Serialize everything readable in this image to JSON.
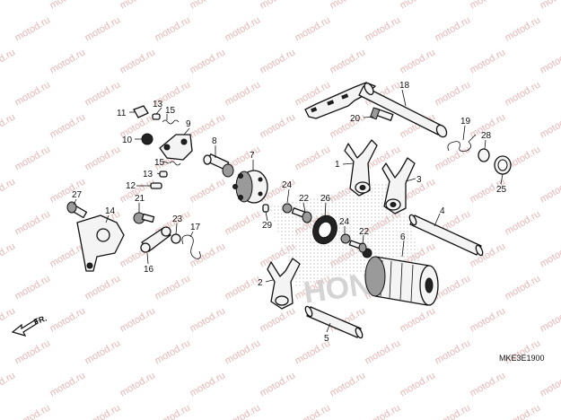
{
  "watermark": {
    "text": "motod.ru",
    "color": "#e6b6b6"
  },
  "brand_mark": {
    "text": "HONDA"
  },
  "diagram_code": "MKE3E1900",
  "direction_label": "FR.",
  "callouts": {
    "c1": "1",
    "c2": "2",
    "c3": "3",
    "c4": "4",
    "c5": "5",
    "c6": "6",
    "c7": "7",
    "c8": "8",
    "c9": "9",
    "c10": "10",
    "c11": "11",
    "c12": "12",
    "c13a": "13",
    "c13b": "13",
    "c14": "14",
    "c15a": "15",
    "c15b": "15",
    "c16": "16",
    "c17": "17",
    "c18": "18",
    "c19": "19",
    "c20": "20",
    "c21": "21",
    "c22a": "22",
    "c22b": "22",
    "c23": "23",
    "c24a": "24",
    "c24b": "24",
    "c25": "25",
    "c26": "26",
    "c27": "27",
    "c28": "28",
    "c29": "29"
  }
}
